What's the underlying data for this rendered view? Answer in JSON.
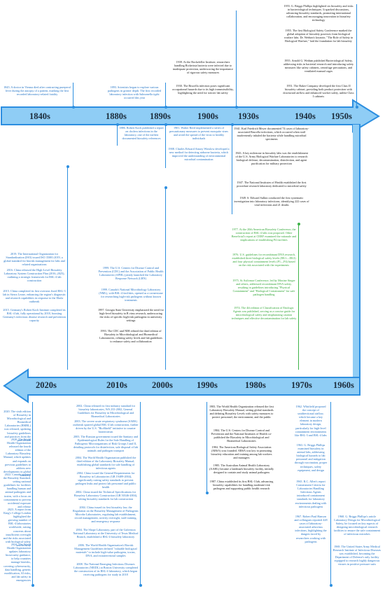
{
  "decades_top": [
    "1840s",
    "1880s",
    "1890s",
    "1900s",
    "1930s",
    "1940s",
    "1950s"
  ],
  "decades_bottom": [
    "2020s",
    "2010s",
    "2000s",
    "1990s",
    "1980s",
    "1970s",
    "1960s"
  ],
  "events": {
    "e1845": "1845. A doctor in Vienna died after contracting puerperal fever during the autopsy of a patient, marking the first recorded laboratory-related fatality",
    "e1893": "1893. Scientists began to explore various pathogens in greater depth. The first recorded laboratory infection with Salmonella typhi occurred this year",
    "e1886": "1886. Robert Koch published a report on cholera infections in the laboratory, one of the earliest documented biosafety references",
    "e1901": "1901. Walter Reed implemented a series of precautionary measures to prevent mosquito vines and avoid the spread of the virus to healthy individuals",
    "e1908": "1908. Charles Edward Amory Winslow developed a new method for detecting airborne bacteria, which improved the understanding of environmental microbial contamination",
    "e1939": "1939. At the Rockefeller Institute, researchers handling Rickettsia bacteria were infected due to inadequate protection, underscoring the importance of rigorous safety measures",
    "e1930": "1930. The Brucella infection poses significant occupational hazards due to its high transmissibility, highlighting the need for stricter lab safety",
    "e1955a": "1955. G. Briggs Phillips highlighted six biosafety and risks in bacteriological techniques. It sparked discussions, advancing biosafety standards, promoting international collaboration, and encouraging innovation in biosafety technology",
    "e1955b": "1955. The first Biological Safety Conference marked the global adoption of biosafety practices from biological warfare labs. Dr. Wedum's keynote, \"The Role of Safety in Biological Warfare,\" laid the foundation for lab biosafety",
    "e1955c": "1955. Arnold G. Wedum published Bacteriological Safety, addressing risks in bacterial research and introducing safety measures like safety cabinets, centrifuge precautions, and ventilated manual cages",
    "e1951": "1951. The Baker Company developed the first Class II biosafety cabinet, providing both product protection with downward airflow and enhanced worker safety, unlike Class I cabinets",
    "e1941": "1941. Karl Friedrich Meyer documented 74 cases of laboratory-associated Brucella infections, which occurred when staff inadvertently inhaled the bacteria while handling microbial specimens",
    "e1943": "1943. A key milestone in biosafety labs was the establishment of the U.S. Army Biological Warfare Laboratories to research biological defense, decontamination, disinfection, and agent purification for military protection",
    "e1947": "1947. The National Institutes of Health established the first procedure research laboratory dedicated to microbial safety",
    "e1949": "1949. S. Edward Sulkin conducted the first systematic investigation into laboratory infections, identifying 222 cases of viral infections and 21 deaths",
    "e2019": "2019. The International Organization for Standardization (ISO) issued ISO 35001:2019, a global standard for biorisk management for labs and related organizations",
    "e2016": "2016. China released the High-Level Biosafety Laboratory System Construction Plan (2016–2025), outlining a strategic framework for BSL-4 lab construction",
    "e2015a": "2015. China completed its first overseas fixed BSL-3 lab in Sierra Leone, enhancing the region's diagnostic and research capabilities in response to the Ebola outbreak",
    "e2015b": "2015. Germany's Robert Koch Institute completed its BSL-4 lab, fully operational by 2018, boosting Germany's infectious disease research and prevention capacity",
    "e1999": "1999. The U.S. Centers for Disease Control and Prevention (CDC) and the Association of Public Health Laboratories (APHL) jointly launched the Laboratory Response Network (LRN)",
    "e1999b": "1999. Canada's National Microbiology Laboratory (NML), with BSL-4 facilities, opened as a cornerstone for researching high-risk pathogens without known treatments",
    "e1997": "1997. Georgia State University emphasized the need for high-level biosafety in B virus research, underscoring the risks of specific high-risk pathogens in university settings",
    "e1993": "1993. The CDC and NIH refined the third edition of Biosafety in Microbiological and Biomedical Laboratories, refining safety levels and lab guidelines to enhance safety and collaboration",
    "e1977": "1977. At the 20th American Biosafety Conference, the construction of BSL-4 labs was proposed. Other Beneficial's report at CERF examined the rationale and implications of establishing P4 facilities",
    "e1976": "1976. U.S. guidelines for recombinant DNA research, established three biological safety levels (EK1—EK3) and four physical containment levels (P1—P4) based on the risk associated with the experiments",
    "e1975": "1975. At Asilomar Conference, led by Maxine Singer and others, addressed recombinant DNA safety, resulting in guidelines introducing \"Physical Containment\" and \"Biological Containment\" for safe pathogen handling",
    "e1974": "1974. The 4th edition of Classification of Etiologic Agents was published, serving as a concise guide for microbiological safety and emphasizing caution techniques and effective decontamination for lab safety",
    "e2020": "2020. The sixth edition of Biosafety in Microbiological and Biomedical Laboratories (BMBL) was released, updating biosafety guidelines and practices from the past decade",
    "e2020b": "2020. The World Health Organization released the fourth edition of the Laboratory Biosafety Manual, which updates and expands on previous guidelines to address new developments in global biosafety",
    "e2022": "2022. Canada updated the Biosafety Standard, setting national guidelines for facilities handling human and animal pathogens and toxins, with a focus on containment to prevent accidental exposure and release",
    "e2023": "2023. A report from King's College London highlighted the growing number of BSL-4 laboratories worldwide, raising concerns about insufficient oversight and the risks associated with biological safety and security",
    "e2024": "2024. The World Health Organization updates laboratory biosecurity guidance, to help countries manage biorisks, covering cybersecurity, data handling, genetic modification, AI risks, and lab safety in emergencies",
    "e2002": "2002. China released its first industry standard for biosafety laboratories, WS 233-2002, General Guidelines for Biosafety in Microbiological and Biomedical Laboratories",
    "e2003a": "2003. The severe acute respiratory syndrome (SARS) outbreak spurred global BSL-4 lab construction, further driven by the U.S. \"BioShield\" initiative to counter bioterrorism",
    "e2003b": "2003. The Russian government issued the Sanitary and Epidemiological Rules for the Safe Handling of Pathogenic Microorganisms of Risk Groups I and II, detailing protocols for disinfection, safe disposal of lab animals and pathogen transport",
    "e2004a": "2004. The World Health Organization published the third edition of the Laboratory Biosafety Manual, establishing global standards for safe handling of infectious agents",
    "e2004b": "2004. China issued the General Requirements for Biosafety in Laboratories (GB 19489-2004), significantly raising safety standards to prevent pathogen leaks and protect lab personnel and public health",
    "e2004c": "2004. China issued the Technical Specifications for Biosafety Laboratory Construction (GB 50346-2004), setting biosafety standards for lab construction",
    "e2004d": "2004. China issued its first biosafety law, the Regulation on the Biosafety Management of Pathogenic Microbe Laboratories, regulating lab establishment, record management, activity oversight, staff training, and emergency response",
    "e2004e": "2004. The Shope Laboratory, part of the Galveston National Laboratory at the University of Texas Medical Branch, established a BSL-4 biosafety laboratory",
    "e2006": "2006. The World Health Organization's Biorisk Management Guidelines defined \"valuable biological materials\" to include high-value pathogens, toxins, DNA, and extraterrestrial samples",
    "e2008": "2008. The National Emerging Infectious Diseases Laboratories (NEIDL) at Boston University completed the construction of its BSL-4 laboratory, which began receiving pathogens for study in 2018",
    "e1983": "1983. The World Health Organization released the first Laboratory Biosafety Manual, setting global standards and defining Biosafety Levels with safety measures to protect personnel, the environment, and the public",
    "e1984a": "1984. The U.S. Centers for Disease Control and Prevention and the National Institutes of Health co-published the Biosafety in Microbiological and Biomedical Laboratories",
    "e1984b": "1984. The American Biological Safety Association (ABSA) was founded. ABSA was key in promoting biosafety education and training among lab workers and managers",
    "e1985": "1985. The Australian Animal Health Laboratory (AAHL) became a landmark biosafety facility, initially designed to contain and study animal pathogens",
    "e1987": "1987. China established its first BSL-3 lab, advancing biosafety capabilities for handling moderate-risk pathogens and supporting public health research",
    "e1962": "1962. Whitfield proposed the concept of unidirectional airflow, which became a key element in modern laboratory design, particularly for high-level containment environments like BSL-3 and BSL-4 labs",
    "e1963": "1963. G. Briggs Phillips examined biosafety in animal labs, addressing biological hazards to lab personnel and mitigation through vaccination, proper techniques, safety equipment, and design",
    "e1965": "1965. R.C. Allen's report Containment Criteria for Laboratories Handling Infectious Agents introduced containment standards for laboratory environments dealing with infectious pathogens",
    "e1967": "1967. Robert Paul Hanson and colleagues reported 428 cases of laboratory-associated arbovirus infections, highlighting the dangers faced by researchers working with pathogens",
    "e1968": "1968. G. Briggs Phillips's article Laboratory Design for Microbiological Safety, he focused on key aspects of designing microbiological research facilities to ensure the safe containment of infectious microbes",
    "e1969": "1969. The United States Army Medical Research Institute of Infectious Diseases was established, becoming the Department of Defense's only facility equipped to research highly dangerous viruses in positive pressure suits"
  },
  "colors": {
    "arrow_fill": "#8fcdf5",
    "arrow_stroke": "#2c8ee0",
    "blue_text": "#2474c6",
    "green_text": "#35a83a"
  }
}
